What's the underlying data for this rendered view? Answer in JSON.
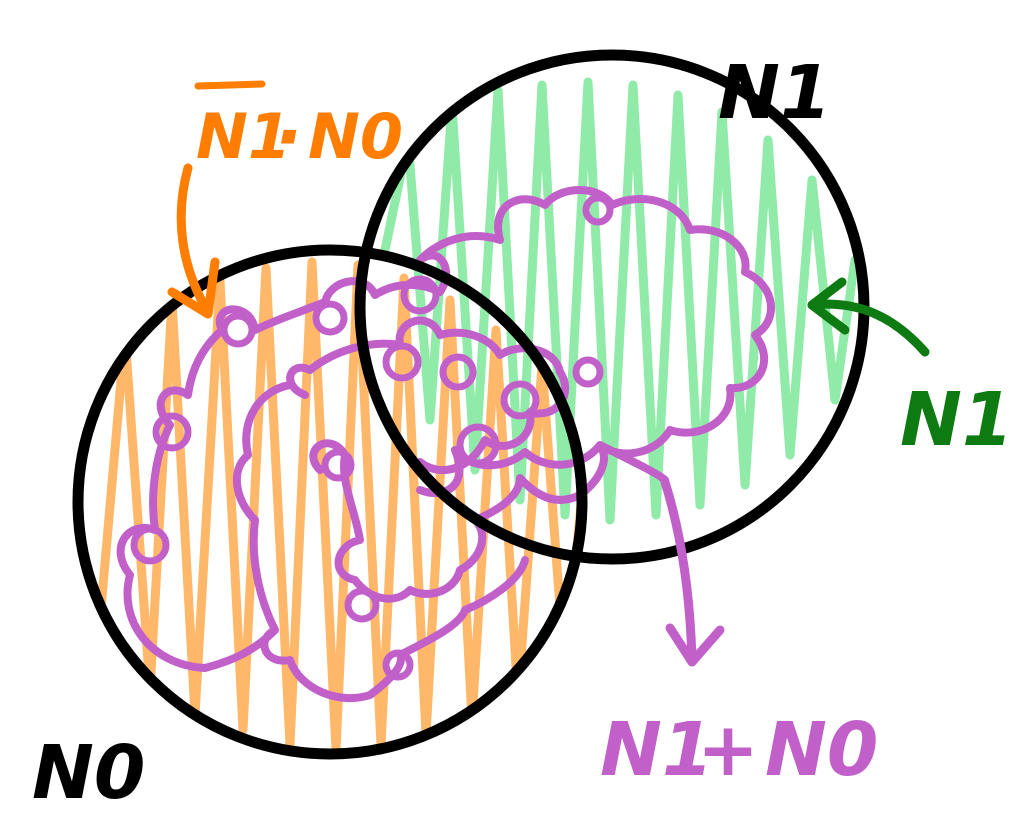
{
  "labels": {
    "n1_top": "N1",
    "n0_bottom": "N0",
    "n1_right": "N1",
    "n1_not": "N1",
    "dot": "·",
    "n0_orange": "N0",
    "n1_sum": "N1",
    "plus": "+",
    "n0_sum": "N0"
  },
  "colors": {
    "outline": "#000000",
    "region_n1_not_n0": "#ffb869",
    "region_n1": "#90eba8",
    "union_scribble": "#c260c9",
    "orange_label": "#ff7d00",
    "green_label": "#0e7a12"
  },
  "icons": {
    "orange_arrow": "arrow-down-icon",
    "green_arrow": "arrow-left-icon",
    "purple_arrow": "arrow-down-icon"
  }
}
